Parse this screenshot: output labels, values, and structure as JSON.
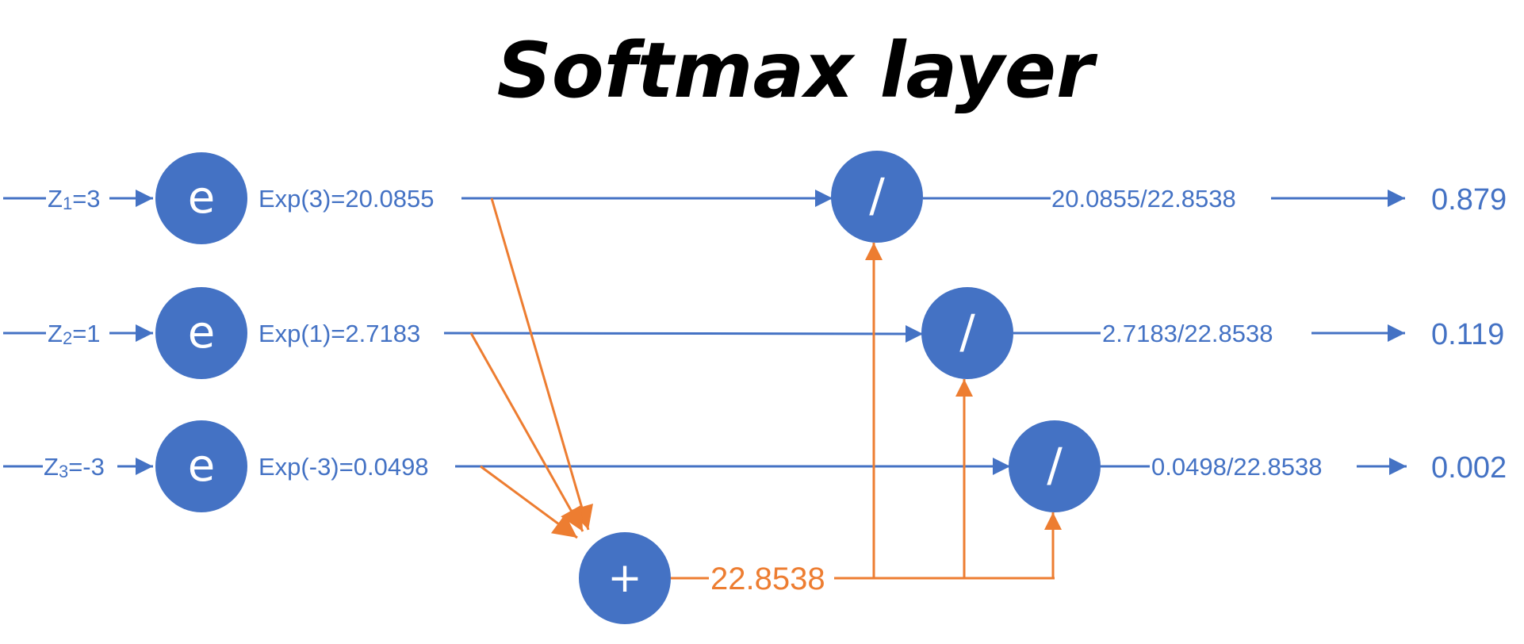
{
  "title": "Softmax layer",
  "colors": {
    "node": "#4472C4",
    "blue_line": "#4472C4",
    "orange_line": "#ED7D31",
    "title": "#000000"
  },
  "rows": [
    {
      "input_var": "Z",
      "input_sub": "1",
      "input_val": "=3",
      "exp_node": "e",
      "exp_label": "Exp(3)=20.0855",
      "div_node": "/",
      "ratio_label": "20.0855/22.8538",
      "output": "0.879"
    },
    {
      "input_var": "Z",
      "input_sub": "2",
      "input_val": "=1",
      "exp_node": "e",
      "exp_label": "Exp(1)=2.7183",
      "div_node": "/",
      "ratio_label": "2.7183/22.8538",
      "output": "0.119"
    },
    {
      "input_var": "Z",
      "input_sub": "3",
      "input_val": "=-3",
      "exp_node": "e",
      "exp_label": "Exp(-3)=0.0498",
      "div_node": "/",
      "ratio_label": "0.0498/22.8538",
      "output": "0.002"
    }
  ],
  "sum": {
    "node": "+",
    "label": "22.8538"
  }
}
